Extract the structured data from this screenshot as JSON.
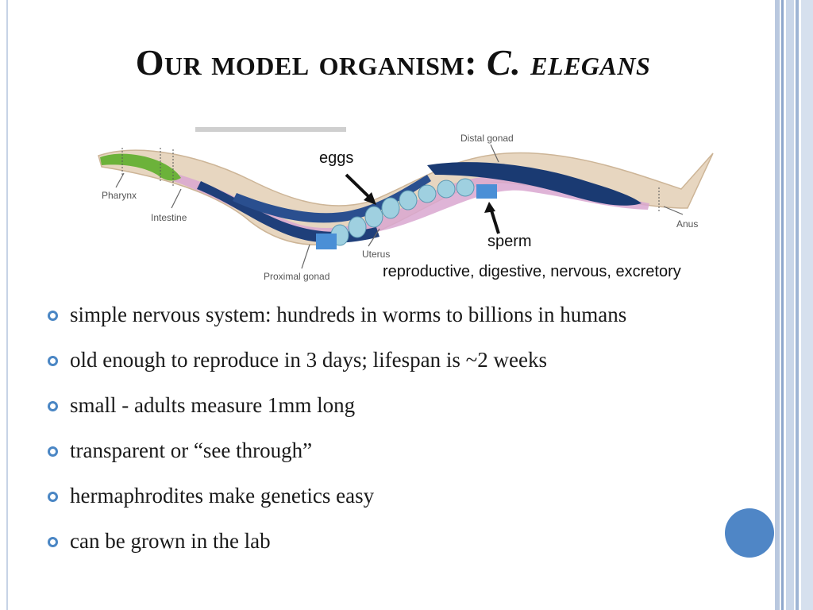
{
  "slide": {
    "title_prefix": "Our model organism: ",
    "title_species": "C. elegans"
  },
  "diagram": {
    "labels": {
      "distal_gonad": "Distal gonad",
      "pharynx": "Pharynx",
      "intestine": "Intestine",
      "anus": "Anus",
      "uterus": "Uterus",
      "proximal_gonad": "Proximal gonad"
    },
    "annotations": {
      "eggs": "eggs",
      "sperm": "sperm",
      "systems": "reproductive, digestive, nervous, excretory"
    }
  },
  "bullets": [
    "simple nervous system: hundreds in worms to billions in humans",
    "old enough to reproduce in 3 days; lifespan is ~2 weeks",
    "small - adults measure 1mm long",
    "transparent or “see through”",
    "hermaphrodites make genetics easy",
    "can be grown in the lab"
  ],
  "colors": {
    "accent": "#4f86c6",
    "bullet_marker": "#4a86c4"
  }
}
